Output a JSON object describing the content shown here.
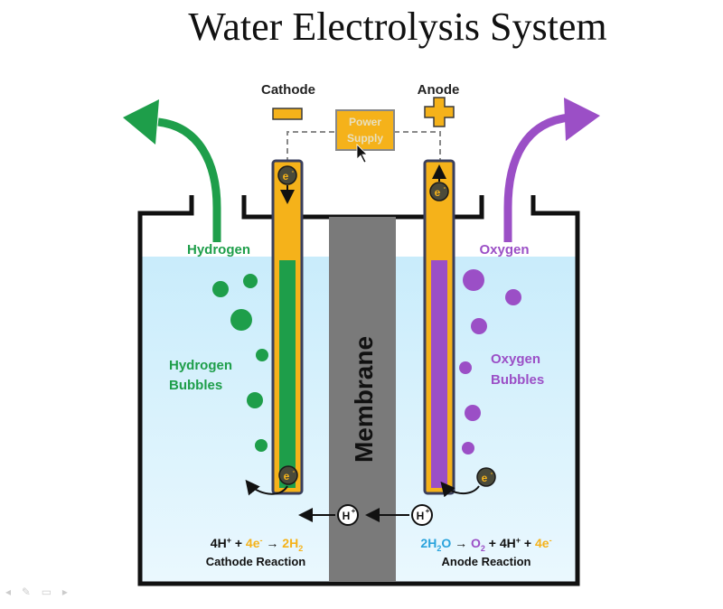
{
  "title": "Water Electrolysis System",
  "labels": {
    "cathode": "Cathode",
    "anode": "Anode",
    "power_line1": "Power",
    "power_line2": "Supply",
    "hydrogen": "Hydrogen",
    "oxygen": "Oxygen",
    "hydrogen_bubbles_1": "Hydrogen",
    "hydrogen_bubbles_2": "Bubbles",
    "oxygen_bubbles_1": "Oxygen",
    "oxygen_bubbles_2": "Bubbles",
    "membrane": "Membrane",
    "electron": "e",
    "electron_sup": "-",
    "proton": "H",
    "proton_sup": "+"
  },
  "cathode_reaction": {
    "eq_4h": "4H",
    "eq_4h_sup": "+",
    "eq_plus1": " + ",
    "eq_4e": "4e",
    "eq_4e_sup": "-",
    "eq_arrow": " → ",
    "eq_2h": "2H",
    "eq_2h_sub": "2",
    "caption": "Cathode Reaction"
  },
  "anode_reaction": {
    "eq_2h2o_a": "2H",
    "eq_2h2o_sub": "2",
    "eq_2h2o_b": "O",
    "eq_arrow": " → ",
    "eq_o": "O",
    "eq_o_sub": "2",
    "eq_plus1": " + ",
    "eq_4h": "4H",
    "eq_4h_sup": "+",
    "eq_plus2": " + ",
    "eq_4e": "4e",
    "eq_4e_sup": "-",
    "caption": "Anode Reaction"
  },
  "colors": {
    "hydrogen": "#1e9e4a",
    "oxygen": "#9b4fc6",
    "electrode": "#f5b21a",
    "water": "#cfeefb",
    "membrane": "#7a7a7a",
    "blue_text": "#2aa3dc"
  }
}
